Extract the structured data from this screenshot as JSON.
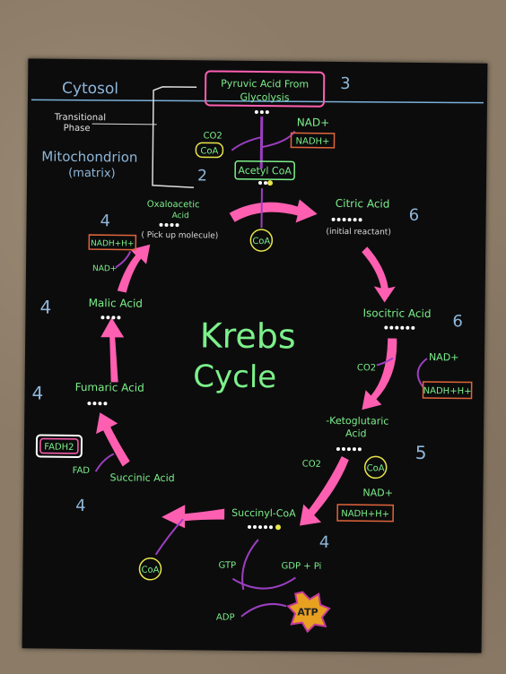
{
  "board": {
    "cytosol": "Cytosol",
    "transitional_phase_line1": "Transitional",
    "transitional_phase_line2": "Phase",
    "mitochondrion_line1": "Mitochondrion",
    "mitochondrion_line2": "(matrix)",
    "title_line1": "Krebs",
    "title_line2": "Cycle"
  },
  "pyruvate": {
    "label_line1": "Pyruvic Acid From",
    "label_line2": "Glycolysis",
    "number": "3",
    "co2": "CO2",
    "coa": "CoA",
    "nad": "NAD+",
    "nadh": "NADH+",
    "number2": "2",
    "acetyl_coa": "Acetyl CoA"
  },
  "citric": {
    "label": "Citric Acid",
    "note": "(initial reactant)",
    "number": "6",
    "coa_out": "CoA"
  },
  "isocitric": {
    "label": "Isocitric Acid",
    "number": "6",
    "co2": "CO2",
    "nad": "NAD+",
    "nadh": "NADH+H+"
  },
  "ketoglutaric": {
    "label_line1": "-Ketoglutaric",
    "label_line2": "Acid",
    "number": "5",
    "co2": "CO2",
    "coa": "CoA",
    "nad": "NAD+",
    "nadh": "NADH+H+"
  },
  "succinyl": {
    "label": "Succinyl-CoA",
    "number": "4",
    "gtp": "GTP",
    "gdp": "GDP + Pi",
    "adp": "ADP",
    "atp": "ATP",
    "coa_out": "CoA"
  },
  "succinic": {
    "label": "Succinic Acid",
    "number": "4",
    "fad": "FAD",
    "fadh2": "FADH2"
  },
  "fumaric": {
    "label": "Fumaric Acid",
    "number": "4"
  },
  "malic": {
    "label": "Malic Acid",
    "number": "4"
  },
  "oxaloacetic": {
    "label_line1": "Oxaloacetic",
    "label_line2": "Acid",
    "note": "( Pick up molecule)",
    "number": "4",
    "nadh": "NADH+H+",
    "nad": "NAD+"
  }
}
